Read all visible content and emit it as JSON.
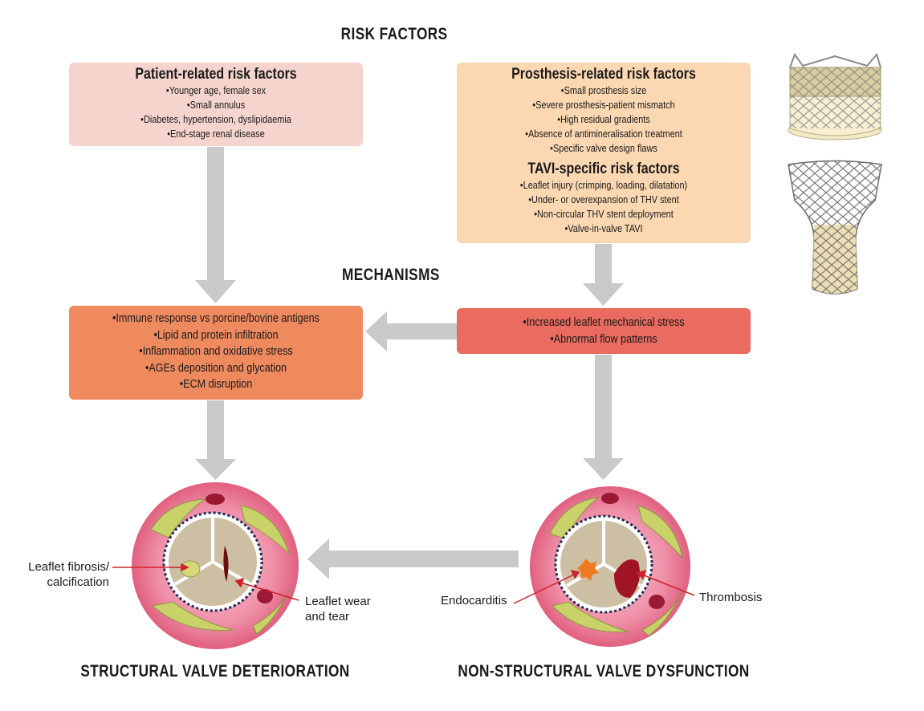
{
  "headings": {
    "risk_factors": "RISK FACTORS",
    "mechanisms": "MECHANISMS"
  },
  "patient_box": {
    "title": "Patient-related risk factors",
    "items": [
      "Younger age, female sex",
      "Small annulus",
      "Diabetes, hypertension, dyslipidaemia",
      "End-stage renal disease"
    ]
  },
  "prosthesis_box": {
    "title": "Prosthesis-related risk factors",
    "items": [
      "Small prosthesis size",
      "Severe prosthesis-patient mismatch",
      "High residual gradients",
      "Absence of antimineralisation treatment",
      "Specific valve design flaws"
    ],
    "tavi_title": "TAVI-specific risk factors",
    "tavi_items": [
      "Leaflet injury (crimping, loading, dilatation)",
      "Under- or overexpansion of THV stent",
      "Non-circular THV stent deployment",
      "Valve-in-valve TAVI"
    ]
  },
  "mechanisms_left": {
    "items": [
      "Immune response vs porcine/bovine antigens",
      "Lipid and protein infiltration",
      "Inflammation and oxidative stress",
      "AGEs deposition and glycation",
      "ECM disruption"
    ]
  },
  "mechanisms_right": {
    "items": [
      "Increased leaflet mechanical stress",
      "Abnormal flow patterns"
    ]
  },
  "callouts": {
    "fibrosis_line1": "Leaflet fibrosis/",
    "fibrosis_line2": "calcification",
    "wear_line1": "Leaflet wear",
    "wear_line2": "and tear",
    "endocarditis": "Endocarditis",
    "thrombosis": "Thrombosis"
  },
  "outcomes": {
    "left": "STRUCTURAL VALVE DETERIORATION",
    "right": "NON-STRUCTURAL VALVE DYSFUNCTION"
  },
  "colors": {
    "arrow": "#c9c9c9",
    "callout_line": "#d0202a",
    "circle_outer": "#e8718f",
    "tissue": "#c9d268"
  }
}
